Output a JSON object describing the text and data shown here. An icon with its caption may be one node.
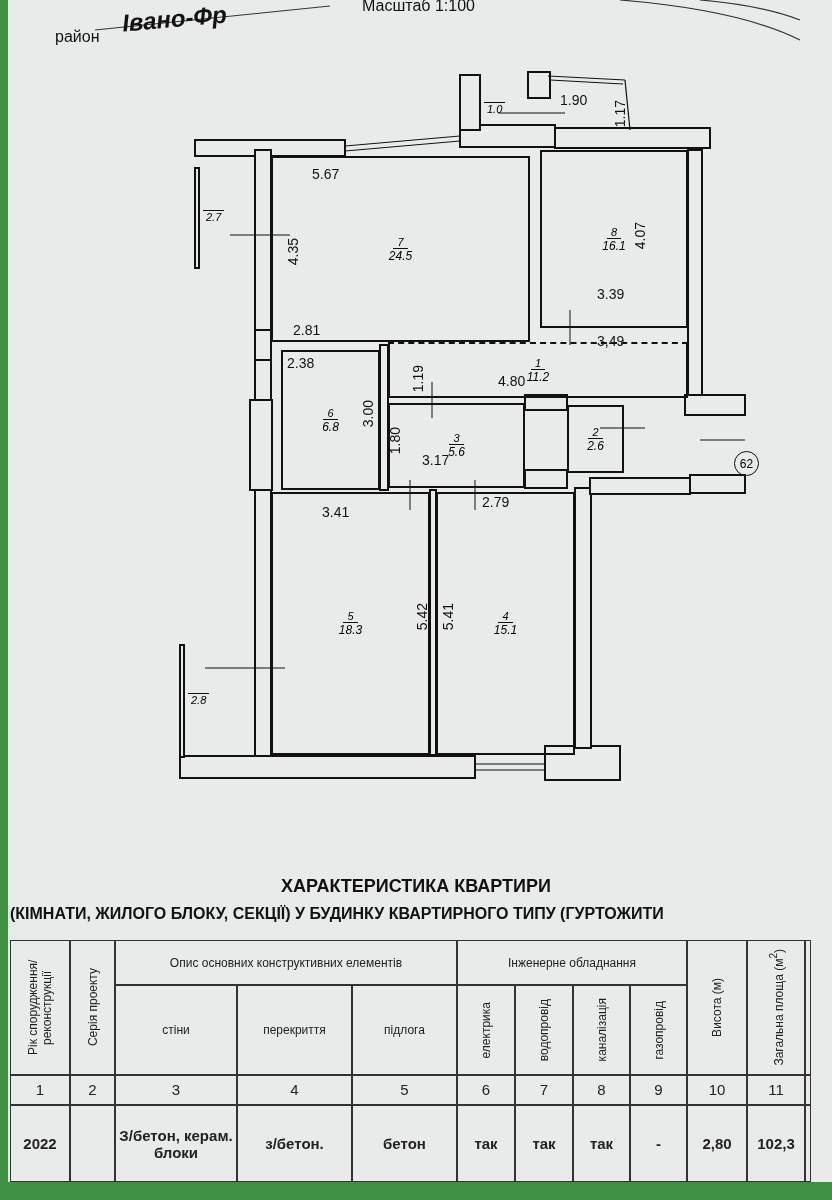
{
  "diagram": {
    "title": "ХАРАКТЕРИСТИКА КВАРТИРИ",
    "nodes": [
      {
        "text": [
          "7",
          "24.5"
        ]
      },
      {
        "text": [
          "8",
          "16.1"
        ]
      },
      {
        "text": [
          "1",
          "11.2"
        ]
      },
      {
        "text": [
          "6",
          "6.8"
        ]
      },
      {
        "text": [
          "3",
          "5.6"
        ]
      },
      {
        "text": [
          "2",
          "2.6"
        ]
      },
      {
        "text": [
          "5",
          "18.3"
        ]
      },
      {
        "text": [
          "4",
          "15.1"
        ]
      },
      {
        "text": [
          "2.7"
        ]
      },
      {
        "text": [
          "1.0"
        ]
      },
      {
        "text": [
          "2.8"
        ]
      },
      {
        "text": [
          "62"
        ]
      }
    ],
    "labels": [
      "район",
      "Івано-Фр",
      "Масштаб 1:100",
      "1.90",
      "1.17",
      "5.67",
      "4.35",
      "4.07",
      "3.39",
      "2.81",
      "3,49",
      "2.38",
      "1.19",
      "4.80",
      "3.00",
      "1.80",
      "3.17",
      "2.79",
      "3.41",
      "5.42",
      "5.41",
      "(КІМНАТИ, ЖИЛОГО БЛОКУ, СЕКЦІЇ) У БУДИНКУ КВАРТИРНОГО ТИПУ (ГУРТОЖИТИ",
      "Рік спорудження/ реконструкції",
      "Серія проекту",
      "Опис основних конструктивних елементів",
      "Інженерне обладнання",
      "Висота (м)",
      "Загальна площа (м$^{2}$)",
      "стіни",
      "перекриття",
      "підлога",
      "електрика",
      "водопровід",
      "каналізація",
      "газопровід",
      "1",
      "2",
      "3",
      "4",
      "5",
      "6",
      "7",
      "8",
      "9",
      "10",
      "11",
      "2022",
      "З/бетон, керам. блоки",
      "з/бетон.",
      "бетон",
      "так",
      "так",
      "так",
      "-",
      "2,80",
      "102,3"
    ]
  }
}
